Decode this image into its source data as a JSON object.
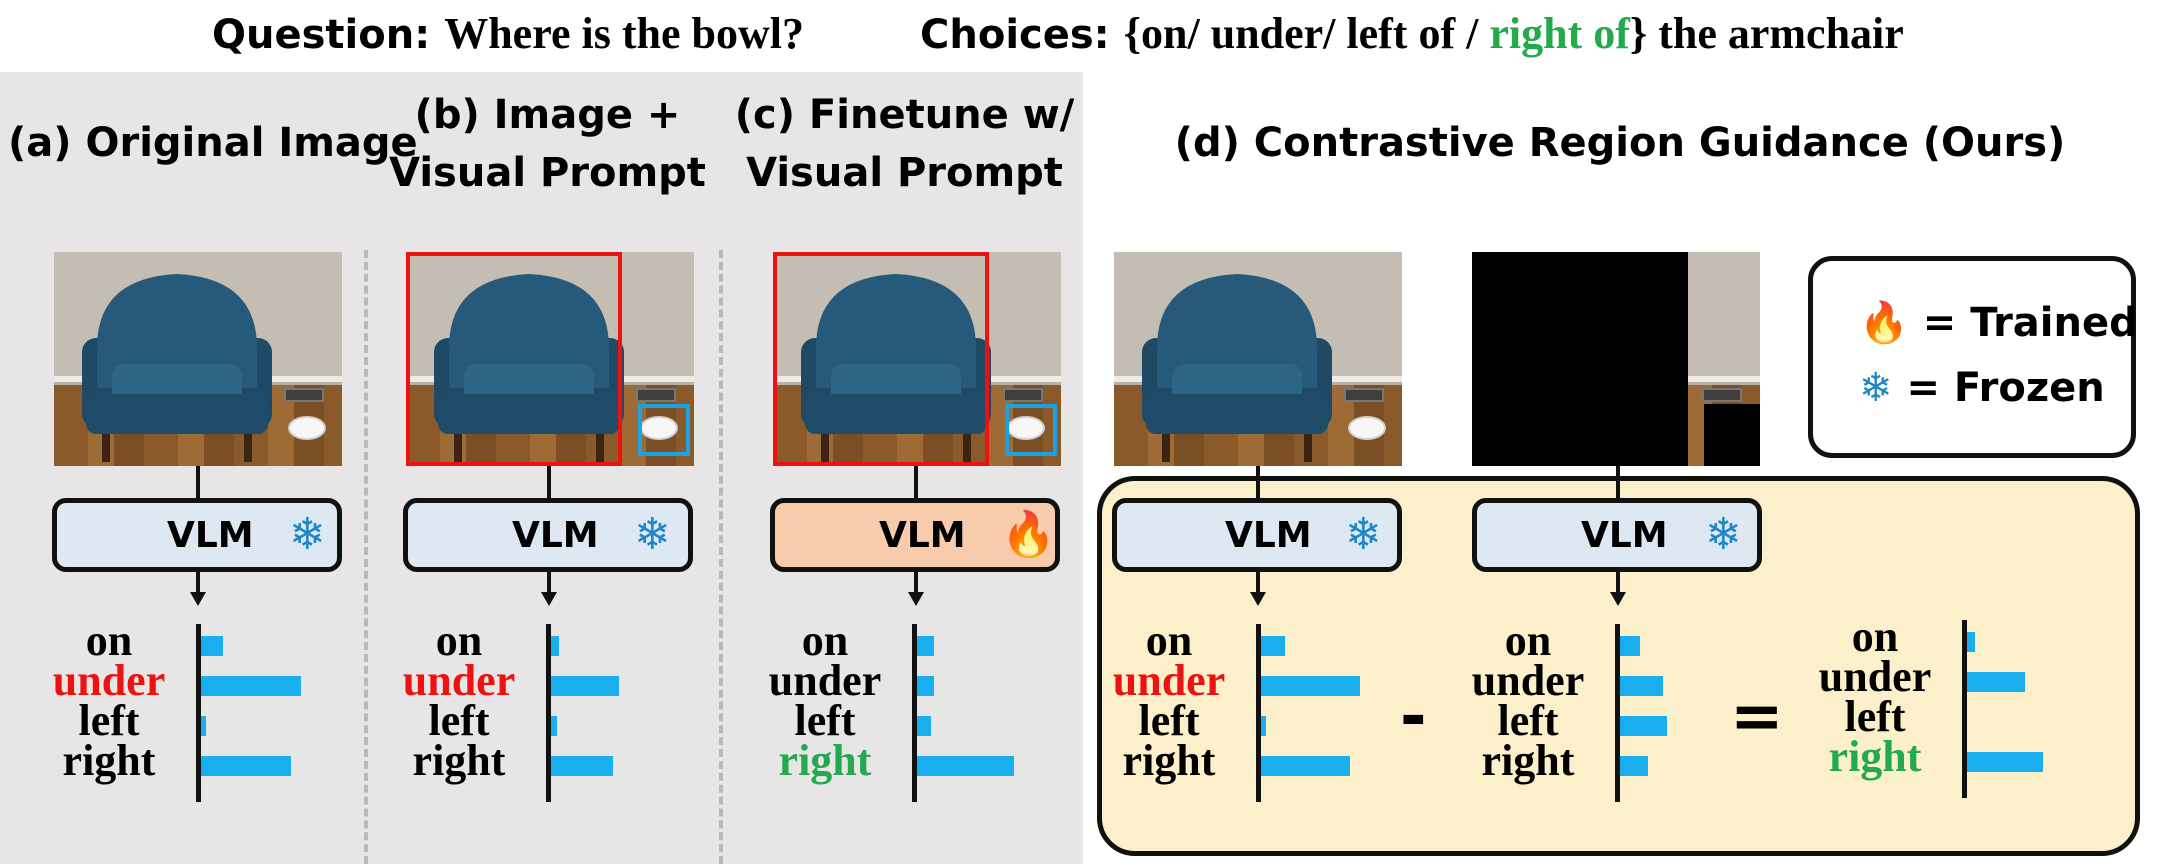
{
  "header": {
    "question_label": "Question:",
    "question_text": "Where is the bowl?",
    "choices_label": "Choices:",
    "choices_open": "{on/ under/ left of / ",
    "choices_correct": "right of",
    "choices_close": "} the armchair"
  },
  "panels": {
    "a": {
      "title": "(a) Original Image",
      "vlm": "VLM",
      "status_icon": "snowflake-icon"
    },
    "b": {
      "title_line1": "(b) Image +",
      "title_line2": "Visual Prompt",
      "vlm": "VLM",
      "status_icon": "snowflake-icon"
    },
    "c": {
      "title_line1": "(c) Finetune w/",
      "title_line2": "Visual Prompt",
      "vlm": "VLM",
      "status_icon": "fire-icon"
    },
    "d": {
      "title": "(d) Contrastive Region Guidance (Ours)",
      "vlm_left": "VLM",
      "vlm_right": "VLM",
      "status_icon": "snowflake-icon",
      "minus": "-",
      "equals": "="
    }
  },
  "legend": {
    "trained_icon": "fire-icon",
    "trained": "= Trained",
    "frozen_icon": "snowflake-icon",
    "frozen": "= Frozen"
  },
  "icons": {
    "fire": "🔥",
    "snowflake": "❄"
  },
  "colors": {
    "correct": "#22aa4d",
    "wrong": "#ee1111",
    "bar": "#1aaeef",
    "trained_box": "#f8cbad",
    "frozen_box": "#dde8f3",
    "crg_bg": "#fcf0cb"
  },
  "chart_data": [
    {
      "type": "bar",
      "panel": "a",
      "categories": [
        "on",
        "under",
        "left",
        "right"
      ],
      "values": [
        0.22,
        1.0,
        0.05,
        0.9
      ],
      "highlight": {
        "under": "wrong"
      }
    },
    {
      "type": "bar",
      "panel": "b",
      "categories": [
        "on",
        "under",
        "left",
        "right"
      ],
      "values": [
        0.08,
        0.68,
        0.06,
        0.62
      ],
      "highlight": {
        "under": "wrong"
      }
    },
    {
      "type": "bar",
      "panel": "c",
      "categories": [
        "on",
        "under",
        "left",
        "right"
      ],
      "values": [
        0.17,
        0.17,
        0.14,
        0.97
      ],
      "highlight": {
        "right": "correct"
      }
    },
    {
      "type": "bar",
      "panel": "d-original",
      "categories": [
        "on",
        "under",
        "left",
        "right"
      ],
      "values": [
        0.24,
        0.99,
        0.05,
        0.89
      ],
      "highlight": {
        "under": "wrong"
      }
    },
    {
      "type": "bar",
      "panel": "d-masked",
      "categories": [
        "on",
        "under",
        "left",
        "right"
      ],
      "values": [
        0.2,
        0.43,
        0.47,
        0.28
      ]
    },
    {
      "type": "bar",
      "panel": "d-result",
      "categories": [
        "on",
        "under",
        "left",
        "right"
      ],
      "values": [
        0.08,
        0.58,
        0.0,
        0.76
      ],
      "highlight": {
        "right": "correct"
      }
    }
  ]
}
